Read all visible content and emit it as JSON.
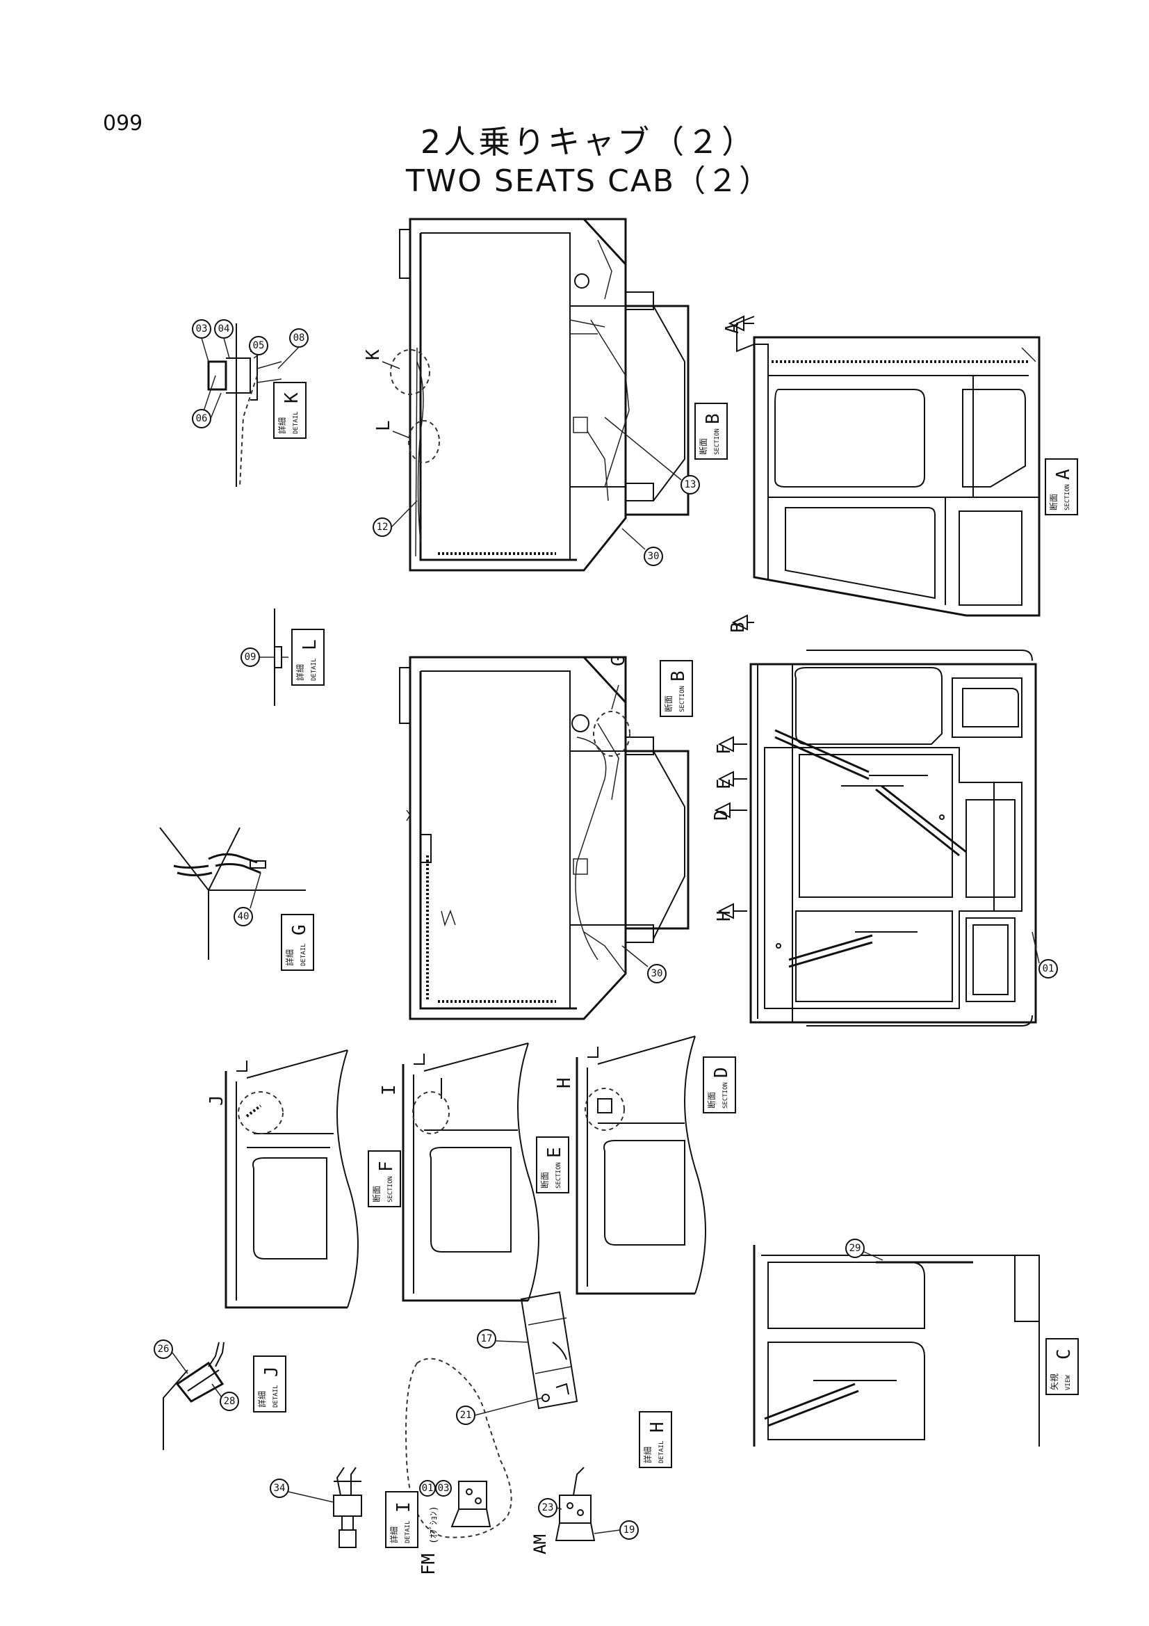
{
  "header": {
    "page_number": "099",
    "title_jp": "2人乗りキャブ（２）",
    "title_en": "TWO SEATS CAB（２）"
  },
  "callouts": {
    "c03": "03",
    "c04": "04",
    "c05": "05",
    "c06": "06",
    "c08": "08",
    "c09": "09",
    "c12": "12",
    "c13": "13",
    "c17": "17",
    "c19": "19",
    "c21": "21",
    "c23": "23",
    "c26": "26",
    "c28": "28",
    "c29": "29",
    "c30a": "30",
    "c30b": "30",
    "c34": "34",
    "c40": "40",
    "c01": "01",
    "c01b": "01",
    "c03b": "03"
  },
  "tags": {
    "detail_k": {
      "jp": "詳細",
      "type": "DETAIL",
      "letter": "K"
    },
    "detail_l": {
      "jp": "詳細",
      "type": "DETAIL",
      "letter": "L"
    },
    "detail_g": {
      "jp": "詳細",
      "type": "DETAIL",
      "letter": "G"
    },
    "detail_j": {
      "jp": "詳細",
      "type": "DETAIL",
      "letter": "J"
    },
    "detail_i": {
      "jp": "詳細",
      "type": "DETAIL",
      "letter": "I"
    },
    "detail_h": {
      "jp": "詳細",
      "type": "DETAIL",
      "letter": "H"
    },
    "section_a": {
      "jp": "断面",
      "type": "SECTION",
      "letter": "A"
    },
    "section_b1": {
      "jp": "断面",
      "type": "SECTION",
      "letter": "B"
    },
    "section_b2": {
      "jp": "断面",
      "type": "SECTION",
      "letter": "B"
    },
    "section_f": {
      "jp": "断面",
      "type": "SECTION",
      "letter": "F"
    },
    "section_e": {
      "jp": "断面",
      "type": "SECTION",
      "letter": "E"
    },
    "section_d": {
      "jp": "断面",
      "type": "SECTION",
      "letter": "D"
    },
    "view_c": {
      "jp": "矢視",
      "type": "VIEW",
      "letter": "C"
    }
  },
  "view_letters": {
    "k": "K",
    "l": "L",
    "g": "G",
    "j": "J",
    "i": "I",
    "h": "H",
    "a": "A",
    "b": "B",
    "d": "D",
    "e": "E",
    "f": "F"
  },
  "labels": {
    "fm": "FM",
    "fm_option": "(ｵﾌﾟｼｮﾝ)",
    "am": "AM"
  }
}
